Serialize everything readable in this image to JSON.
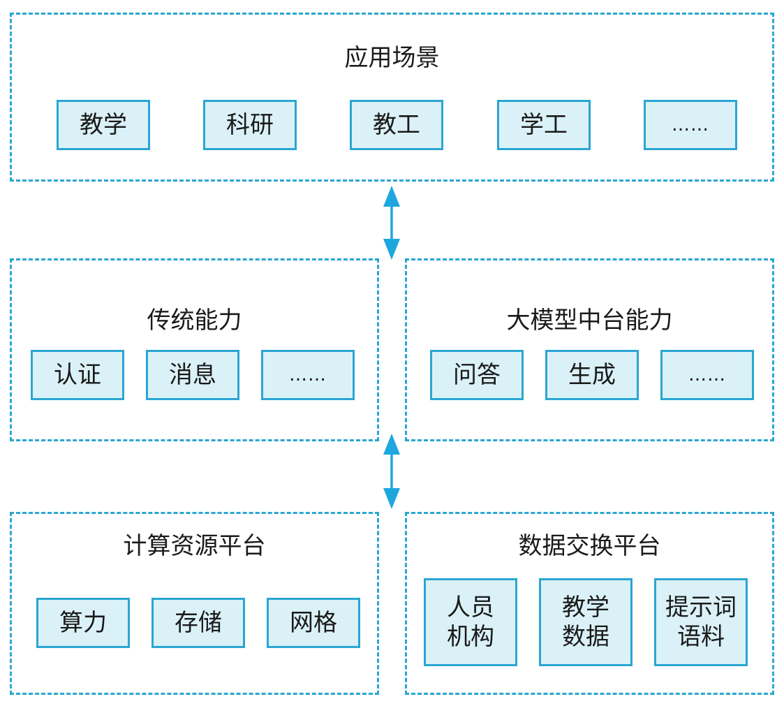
{
  "application": {
    "title": "应用场景",
    "items": [
      "教学",
      "科研",
      "教工",
      "学工",
      "……"
    ]
  },
  "traditional": {
    "title": "传统能力",
    "items": [
      "认证",
      "消息",
      "……"
    ]
  },
  "llm_platform": {
    "title": "大模型中台能力",
    "items": [
      "问答",
      "生成",
      "……"
    ]
  },
  "compute": {
    "title": "计算资源平台",
    "items": [
      "算力",
      "存储",
      "网格"
    ]
  },
  "data_exchange": {
    "title": "数据交换平台",
    "items": [
      "人员\n机构",
      "教学\n数据",
      "提示词\n语料"
    ]
  },
  "colors": {
    "accent": "#2aa6d3",
    "box_fill": "#dbf1f8",
    "arrow": "#1ea7df"
  }
}
